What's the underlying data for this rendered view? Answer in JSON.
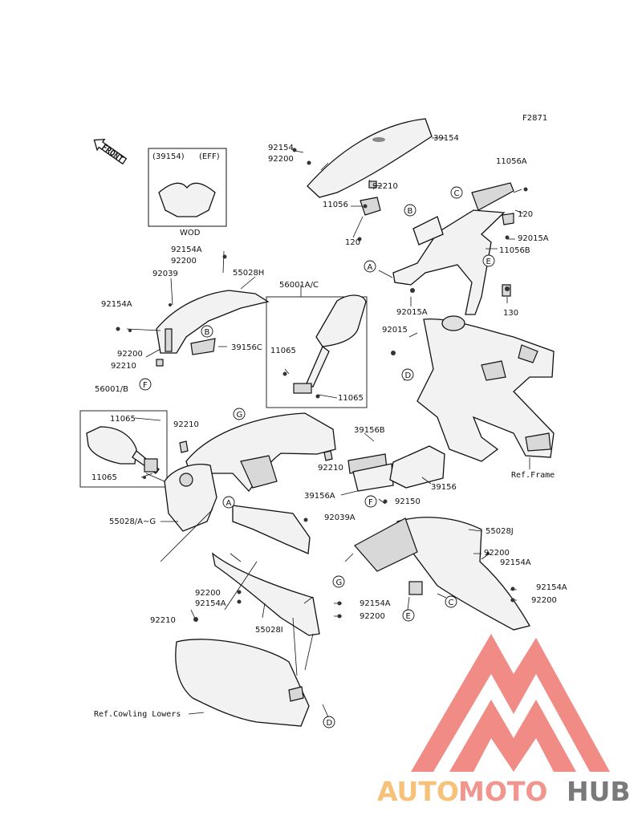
{
  "figure_code": "F2871",
  "front_label": "FRONT",
  "inset": {
    "top_left": "(39154)",
    "top_right": "(EFF)",
    "caption": "WOD"
  },
  "callouts": {
    "c39154": "39154",
    "c92154_top": "92154",
    "c92200_top": "92200",
    "c92210_top": "92210",
    "c11056": "11056",
    "c120_a": "120",
    "c11056A": "11056A",
    "c120_b": "120",
    "c92015A_r": "92015A",
    "c11056B": "11056B",
    "c92015A_l": "92015A",
    "c130": "130",
    "c92015": "92015",
    "c92154A_l1": "92154A",
    "c92200_l1": "92200",
    "c92039": "92039",
    "c55028H": "55028H",
    "c92154A_l2": "92154A",
    "c92200_l2": "92200",
    "c92210_l": "92210",
    "c39156C": "39156C",
    "c56001AC": "56001A/C",
    "c11065_m1": "11065",
    "c11065_m2": "11065",
    "c56001B": "56001/B",
    "c11065_l1": "11065",
    "c11065_l2": "11065",
    "c92210_m": "92210",
    "c92210_m2": "92210",
    "c39156B": "39156B",
    "c39156A": "39156A",
    "c39156": "39156",
    "c92150": "92150",
    "c55028AG": "55028/A~G",
    "c92039A": "92039A",
    "c55028J": "55028J",
    "c92200_r1": "92200",
    "c92154A_r1": "92154A",
    "c92154A_r2": "92154A",
    "c92200_r2": "92200",
    "c92200_b1": "92200",
    "c92154A_b1": "92154A",
    "c92210_b": "92210",
    "c55028I": "55028I",
    "c92154A_b2": "92154A",
    "c92200_b2": "92200",
    "ref_frame": "Ref.Frame",
    "ref_cowling": "Ref.Cowling Lowers"
  },
  "markers": {
    "A1": "A",
    "B1": "B",
    "C1": "C",
    "D1": "D",
    "E1": "E",
    "F1": "F",
    "G1": "G",
    "A2": "A",
    "B2": "B",
    "F2": "F",
    "G2": "G",
    "C2": "C",
    "E2": "E",
    "D2": "D"
  },
  "watermark": {
    "part1": "AUTO",
    "part2": "MOTO",
    "part3": "HUB",
    "color1": "#f6c27a",
    "color2": "#f0968f",
    "color3": "#7a7a7a",
    "logo_color": "#ef7f78"
  }
}
